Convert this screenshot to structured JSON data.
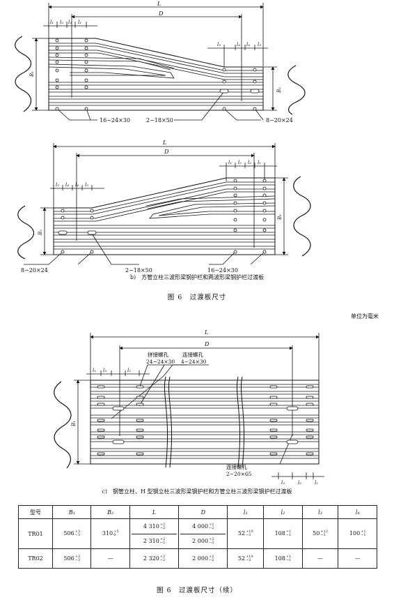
{
  "drawing_a": {
    "L": "L",
    "D": "D",
    "l1": "l₁",
    "l2": "l₂",
    "l3": "l₃",
    "l4": "l₄",
    "B1": "B₁",
    "B2": "B₂",
    "note_holes_16": "16−24×30",
    "note_holes_2": "2−18×50",
    "note_holes_8": "8−20×24"
  },
  "drawing_b": {
    "L": "L",
    "D": "D",
    "l1": "l₁",
    "l2": "l₂",
    "l3": "l₃",
    "l4": "l₄",
    "B1": "B₁",
    "B2": "B₂",
    "note_holes_8": "8−20×24",
    "note_holes_2": "2−18×50",
    "note_holes_16": "16−24×30",
    "caption": "b)　方管立柱三波形梁钢护栏和两波形梁钢护栏过渡板"
  },
  "figure_title_1": "图 6　过渡板尺寸",
  "unit_note": "单位为毫米",
  "drawing_c": {
    "L": "L",
    "D": "D",
    "l1": "l₁",
    "l2": "l₂",
    "l3": "l₃",
    "B1": "B₁",
    "splice_label": "拼接螺孔",
    "splice_spec": "24−24×30",
    "connect_label": "连接螺孔",
    "connect_spec": "4−24×30",
    "connect2_label": "连接螺孔",
    "connect2_spec": "2−20×65",
    "caption": "c)　钢管立柱、H 型钢立柱三波形梁钢护栏和方管立柱三波形梁钢护栏过渡板"
  },
  "table": {
    "headers": [
      "型号",
      "B₁",
      "B₂",
      "L",
      "D",
      "l₁",
      "l₂",
      "l₃",
      "l₄"
    ],
    "rows": [
      {
        "model": "TR01",
        "B1": "506",
        "B1_up": "+3",
        "B1_dn": "−3",
        "B2": "310",
        "B2_up": "+5",
        "B2_dn": "0",
        "L_a": "4 310",
        "L_a_up": "+2",
        "L_a_dn": "−2",
        "L_b": "2 310",
        "L_b_up": "+2",
        "L_b_dn": "−2",
        "D_a": "4 000",
        "D_a_up": "+2",
        "D_a_dn": "−2",
        "D_b": "2 000",
        "D_b_up": "+2",
        "D_b_dn": "−2",
        "l1": "52",
        "l1_up": "+10",
        "l1_dn": "−3",
        "l2": "108",
        "l2_up": "+1",
        "l2_dn": "−1",
        "l3": "50",
        "l3_up": "+12",
        "l3_dn": "−3",
        "l4": "100",
        "l4_up": "+1",
        "l4_dn": "−1"
      },
      {
        "model": "TR02",
        "B1": "506",
        "B1_up": "+3",
        "B1_dn": "−3",
        "B2": "—",
        "L_a": "2 320",
        "L_a_up": "+2",
        "L_a_dn": "−2",
        "D_a": "2 000",
        "D_a_up": "+2",
        "D_a_dn": "−2",
        "l1": "52",
        "l1_up": "+10",
        "l1_dn": "−3",
        "l2": "108",
        "l2_up": "+1",
        "l2_dn": "−1",
        "l3": "—",
        "l4": "—"
      }
    ]
  },
  "figure_title_2": "图 6　过渡板尺寸（续）"
}
